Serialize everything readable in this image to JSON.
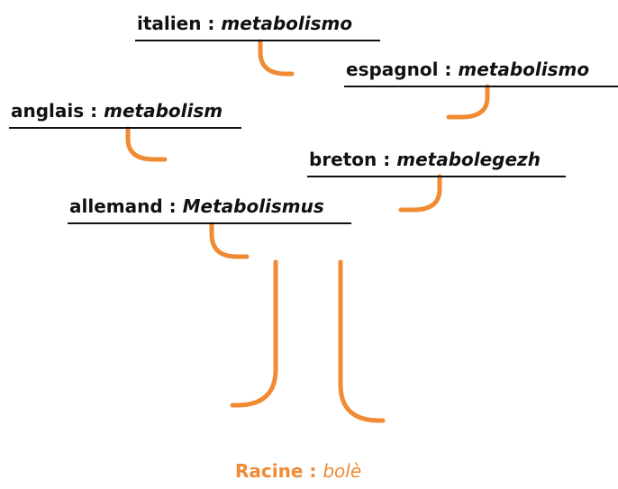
{
  "colors": {
    "accent": "#F08A33",
    "text": "#111111"
  },
  "words": {
    "italien": {
      "lang": "italien",
      "sep": " : ",
      "term": "metabolismo"
    },
    "espagnol": {
      "lang": "espagnol",
      "sep": " : ",
      "term": "metabolismo"
    },
    "anglais": {
      "lang": "anglais",
      "sep": " : ",
      "term": "metabolism"
    },
    "breton": {
      "lang": "breton",
      "sep": " : ",
      "term": "metabolegezh"
    },
    "allemand": {
      "lang": "allemand",
      "sep": " : ",
      "term": "Metabolismus"
    }
  },
  "root": {
    "label": "Racine",
    "sep": " : ",
    "term": "bolè"
  }
}
